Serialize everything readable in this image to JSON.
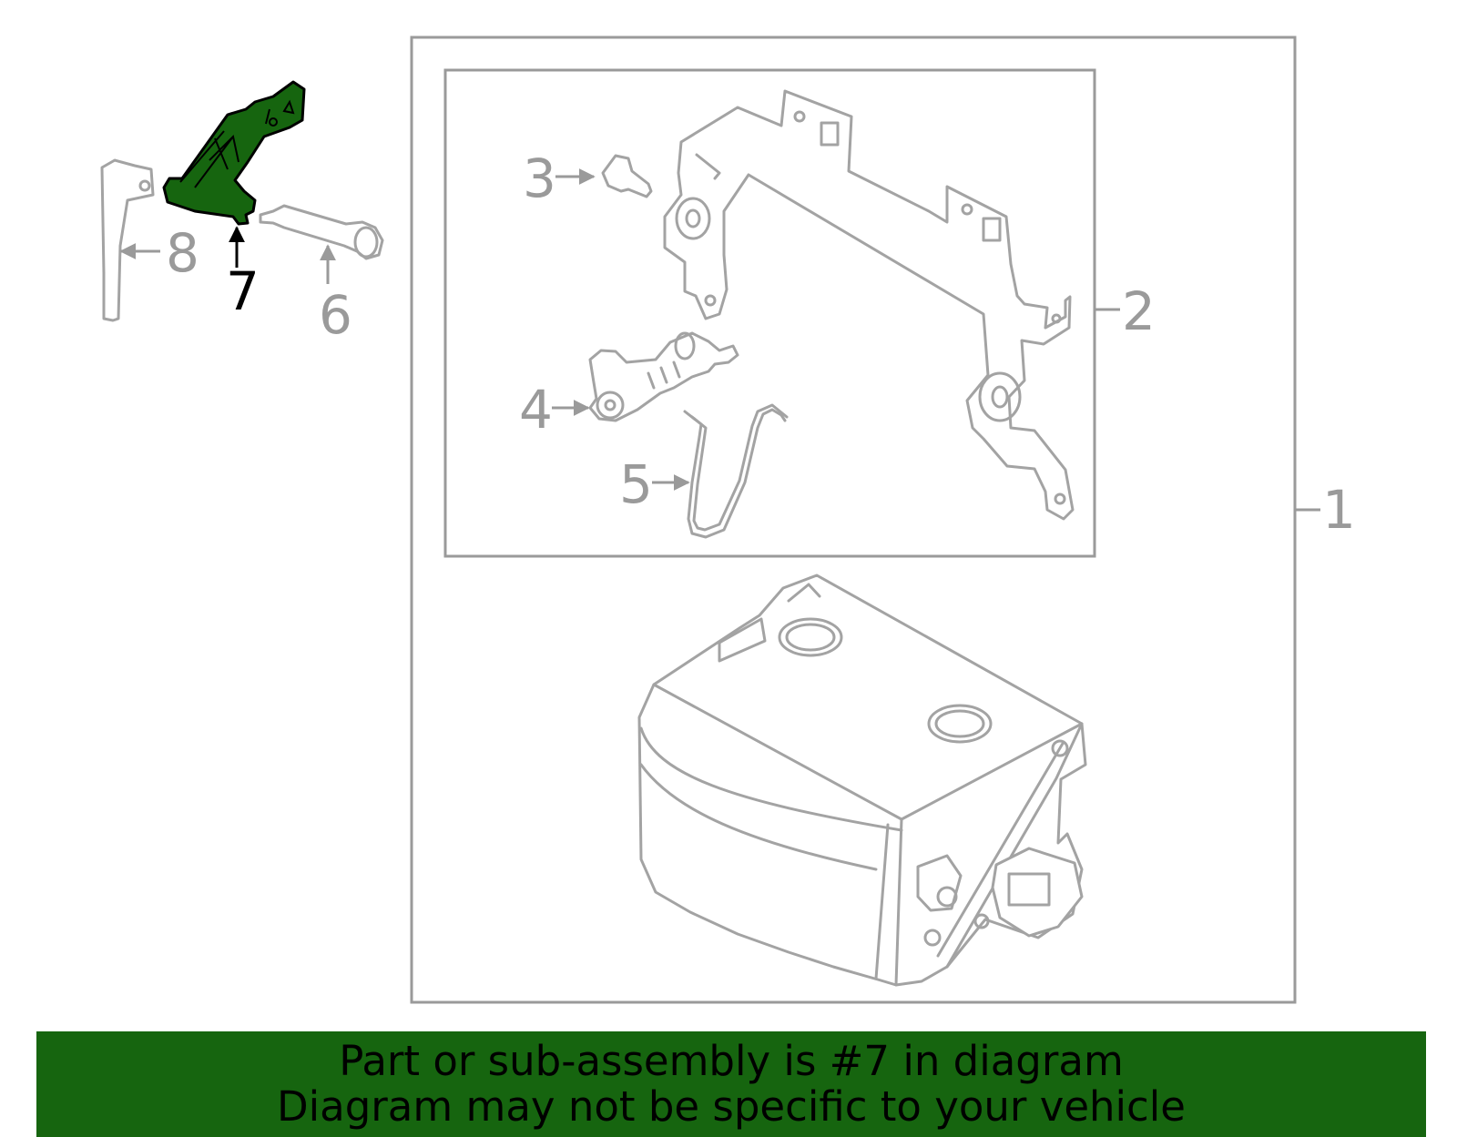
{
  "callouts": {
    "c1": "1",
    "c2": "2",
    "c3": "3",
    "c4": "4",
    "c5": "5",
    "c6": "6",
    "c7": "7",
    "c8": "8"
  },
  "highlight": {
    "part_number": "7",
    "color": "#16650f"
  },
  "banner": {
    "line1": "Part or sub-assembly is #7 in diagram",
    "line2": "Diagram may not be specific to your vehicle",
    "background": "#16650f"
  },
  "colors": {
    "line_gray": "#a3a3a3",
    "panel_bg": "#f7f7f7"
  }
}
